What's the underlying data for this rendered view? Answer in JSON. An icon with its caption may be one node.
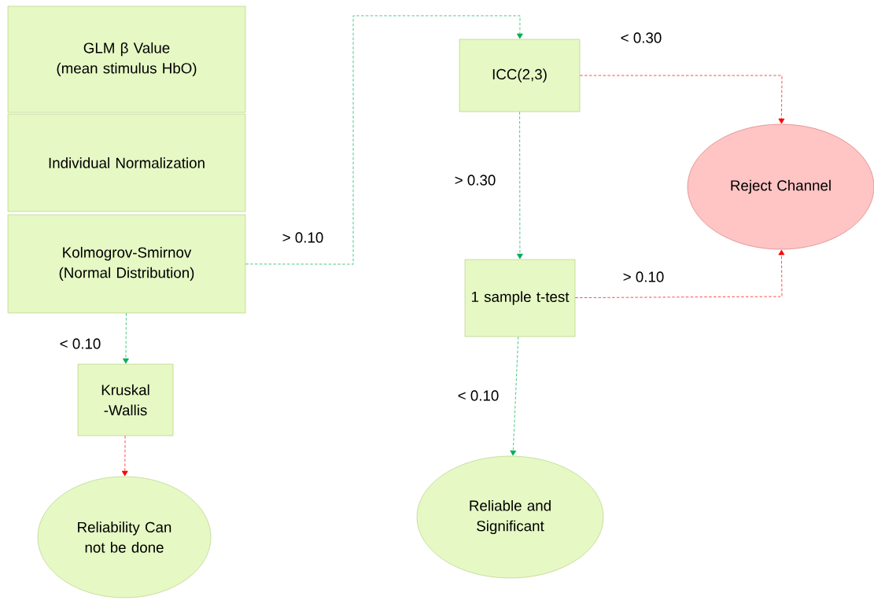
{
  "diagram": {
    "nodes": [
      {
        "text": [
          "GLM β Value",
          "(mean stimulus HbO)"
        ]
      },
      {
        "text": [
          "Individual Normalization"
        ]
      },
      {
        "text": [
          "Kolmogrov-Smirnov",
          "(Normal  Distribution)"
        ]
      },
      {
        "text": [
          "ICC(2,3)"
        ]
      },
      {
        "text": [
          "Reject Channel"
        ]
      },
      {
        "text": [
          "1 sample t-test"
        ]
      },
      {
        "text": [
          "Kruskal -Wallis"
        ]
      },
      {
        "text": [
          "Reliability Can not be done"
        ]
      },
      {
        "text": [
          "Reliable and Significant"
        ]
      }
    ],
    "edges": [
      {
        "from": 2,
        "to": 3,
        "arrow": "to",
        "label": "> 0.10",
        "style": "dashed"
      },
      {
        "from": 3,
        "to": 4,
        "arrow": "to",
        "label": "< 0.30",
        "style": "dashed",
        "color": "#ff0000"
      },
      {
        "from": 3,
        "to": 5,
        "arrow": "to",
        "label": "> 0.30",
        "style": "dashed"
      },
      {
        "from": 5,
        "to": 4,
        "arrow": "to",
        "label": "> 0.10",
        "style": "dashed",
        "color": "#ff0000"
      },
      {
        "from": 2,
        "to": 6,
        "arrow": "to",
        "label": "< 0.10",
        "style": "dashed"
      },
      {
        "from": 6,
        "to": 7,
        "arrow": "to",
        "style": "dashed",
        "color": "#ff0000"
      },
      {
        "from": 5,
        "to": 8,
        "arrow": "to",
        "label": "< 0.10",
        "style": "dashed"
      }
    ]
  }
}
